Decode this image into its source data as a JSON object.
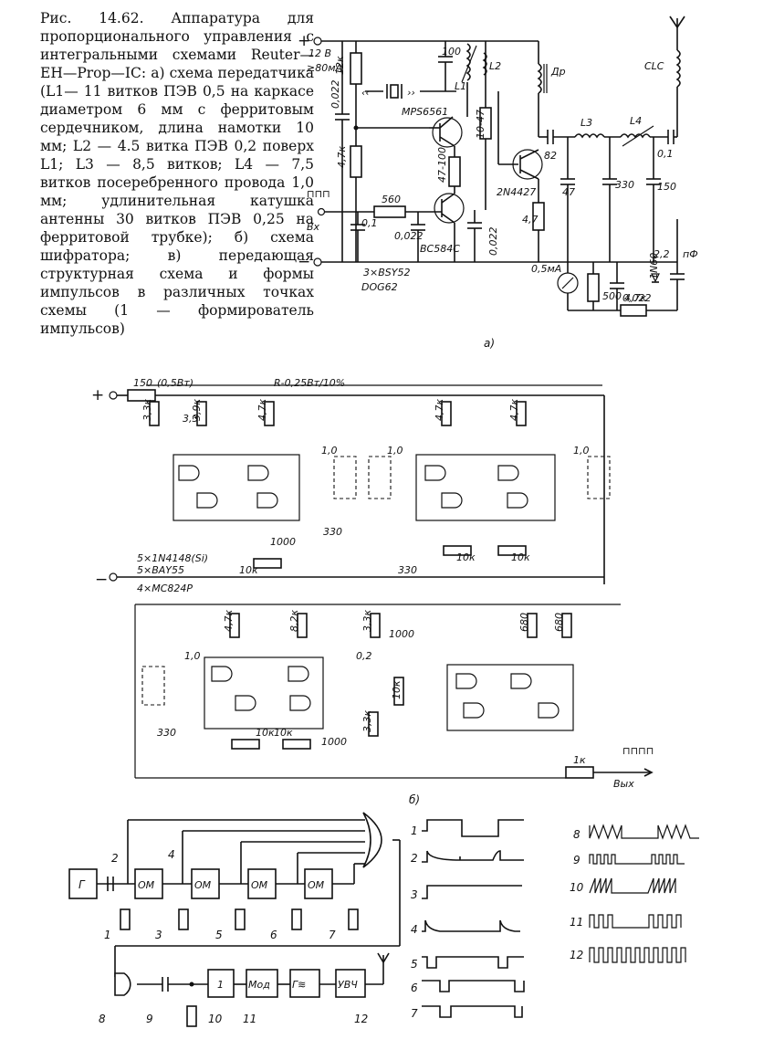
{
  "caption": [
    "Рис. 14.62. Аппаратура для пропорционального управления с интегральными схемами Reuter—EH—Prop—IC: ",
    "а) схема передатчика (L1— 11 витков ПЭВ 0,5 на каркасе диаметром 6 мм с ферритовым сердечником, длина намотки 10 мм; L2 — 4.5 витка ПЭВ 0,2 поверх L1; L3 — 8,5 витков; L4 — 7,5 витков посеребренного провода 1,0 мм; удлинительная катушка антенны 30 витков ПЭВ 0,25 на ферритовой трубке); ",
    "б) схема шифратора; ",
    "в) передающая структурная схема и формы импульсов в различных точках схемы (1 — формирователь импульсов)"
  ],
  "transmitter": {
    "plus": "+",
    "minus": "−",
    "supply": "12 В",
    "current": "≥80мА",
    "r_12k": "12к",
    "c_0022a": "0,022",
    "r_47k": "4,7к",
    "c_100": "100",
    "l1": "L1",
    "l2": "L2",
    "choke": "Др",
    "q1": "MPS6561",
    "r_1047": "10-47",
    "r_47100": "47-100",
    "r_560": "560",
    "input": "Вх",
    "c_01a": "0,1",
    "c_0022b": "0,022",
    "q2": "BC584C",
    "c_0022c": "0,022",
    "q3": "2N4427",
    "c_82": "82",
    "r_47": "4,7",
    "c_47": "47",
    "l3": "L3",
    "l4": "L4",
    "c_330": "330",
    "c_01b": "0,1",
    "c_150": "150",
    "antenna_coil": "CLC",
    "meter": "0,5мА",
    "r_500": "500",
    "c_0022d": "0,022",
    "diode": "1N60",
    "r_47k_b": "4,7к",
    "c_22": "2,2",
    "pf": "пФ",
    "note1": "3×BSY52",
    "note2": "DOG62",
    "sub": "а)"
  },
  "encoder": {
    "plus": "+",
    "minus": "−",
    "r_150": "150",
    "r_150_power": "(0,5Вт)",
    "r_spec": "R-0,25Вт/10%",
    "r_33k": "3,3к",
    "c_33": "3,3",
    "r_39k": "3,9к",
    "r_47k": "4,7к",
    "c_10": "1,0",
    "c_330": "330",
    "c_1000": "1000",
    "r_10k": "10к",
    "diodes1": "5×1N4148(Si)",
    "diodes2": "5×BAY55",
    "ics": "4×MC824P",
    "r_82k": "8,2к",
    "c_02": "0,2",
    "r_680": "680",
    "r_1k": "1к",
    "output": "Вых",
    "sub": "б)"
  },
  "block": {
    "gen": "Г",
    "om": "ОМ",
    "b1": "1",
    "mod": "Мод",
    "gosc": "Г≋",
    "uvch": "УВЧ",
    "points": [
      "1",
      "2",
      "3",
      "4",
      "5",
      "6",
      "7",
      "8",
      "9",
      "10",
      "11",
      "12"
    ]
  },
  "waves": {
    "labels_left": [
      "1",
      "2",
      "3",
      "4",
      "5",
      "6",
      "7"
    ],
    "labels_right": [
      "8",
      "9",
      "10",
      "11",
      "12"
    ]
  }
}
